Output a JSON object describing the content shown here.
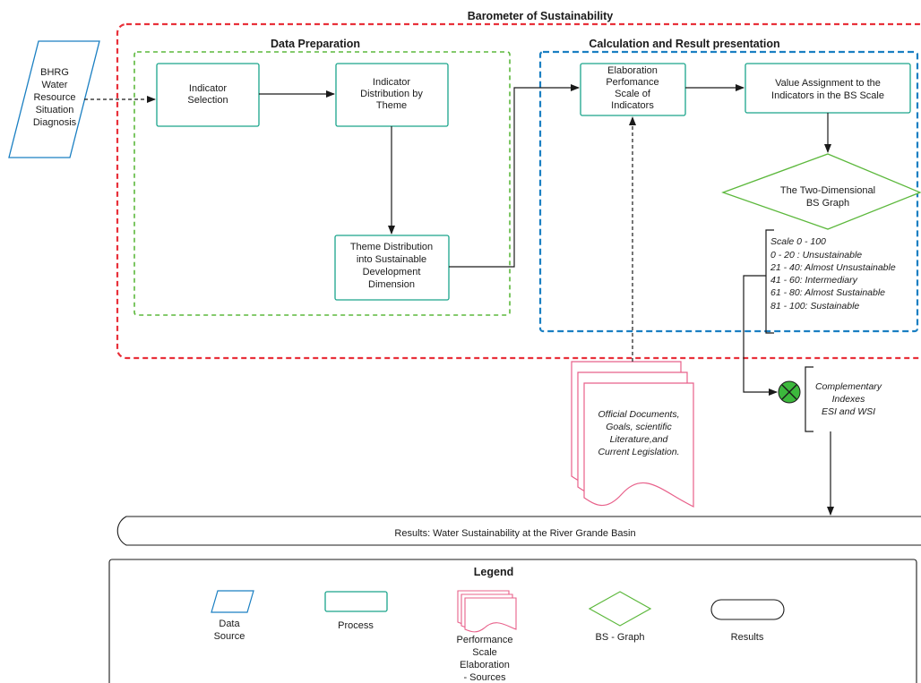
{
  "title": "Barometer of Sustainability",
  "sections": {
    "data_preparation": "Data Preparation",
    "calculation": "Calculation and Result presentation"
  },
  "data_source": [
    "BHRG",
    "Water",
    "Resource",
    "Situation",
    "Diagnosis"
  ],
  "nodes": {
    "indicator_selection": [
      "Indicator",
      "Selection"
    ],
    "indicator_distribution": [
      "Indicator",
      "Distribution by",
      "Theme"
    ],
    "theme_distribution": [
      "Theme Distribution",
      "into Sustainable",
      "Development",
      "Dimension"
    ],
    "elaboration": [
      "Elaboration",
      "Perfomance",
      "Scale of",
      "Indicators"
    ],
    "value_assignment": [
      "Value Assignment to the",
      "Indicators in the BS Scale"
    ],
    "bs_graph": [
      "The Two-Dimensional",
      "BS Graph"
    ]
  },
  "scale_note": [
    "Scale  0 - 100",
    "0 - 20 : Unsustainable",
    "21 - 40: Almost Unsustainable",
    "41 - 60: Intermediary",
    "61 - 80: Almost Sustainable",
    "81 - 100: Sustainable"
  ],
  "complementary": [
    "Complementary",
    "Indexes",
    "ESI and WSI"
  ],
  "documents": [
    "Official Documents,",
    "Goals, scientific",
    "Literature,and",
    "Current Legislation."
  ],
  "results": "Results:  Water Sustainability at the River Grande Basin",
  "legend": {
    "title": "Legend",
    "data_source": [
      "Data",
      "Source"
    ],
    "process": "Process",
    "sources": [
      "Performance",
      "Scale",
      "Elaboration",
      "- Sources"
    ],
    "graph": "BS - Graph",
    "results": "Results"
  },
  "colors": {
    "barometer_border": "#e8303a",
    "prep_border": "#5cb83c",
    "calc_border": "#1a7fc2",
    "process": "#1aa58b",
    "data_source": "#1a7fc2",
    "documents": "#e8608a",
    "diamond": "#5cb83c",
    "summing_junction": "#3cb83c"
  }
}
